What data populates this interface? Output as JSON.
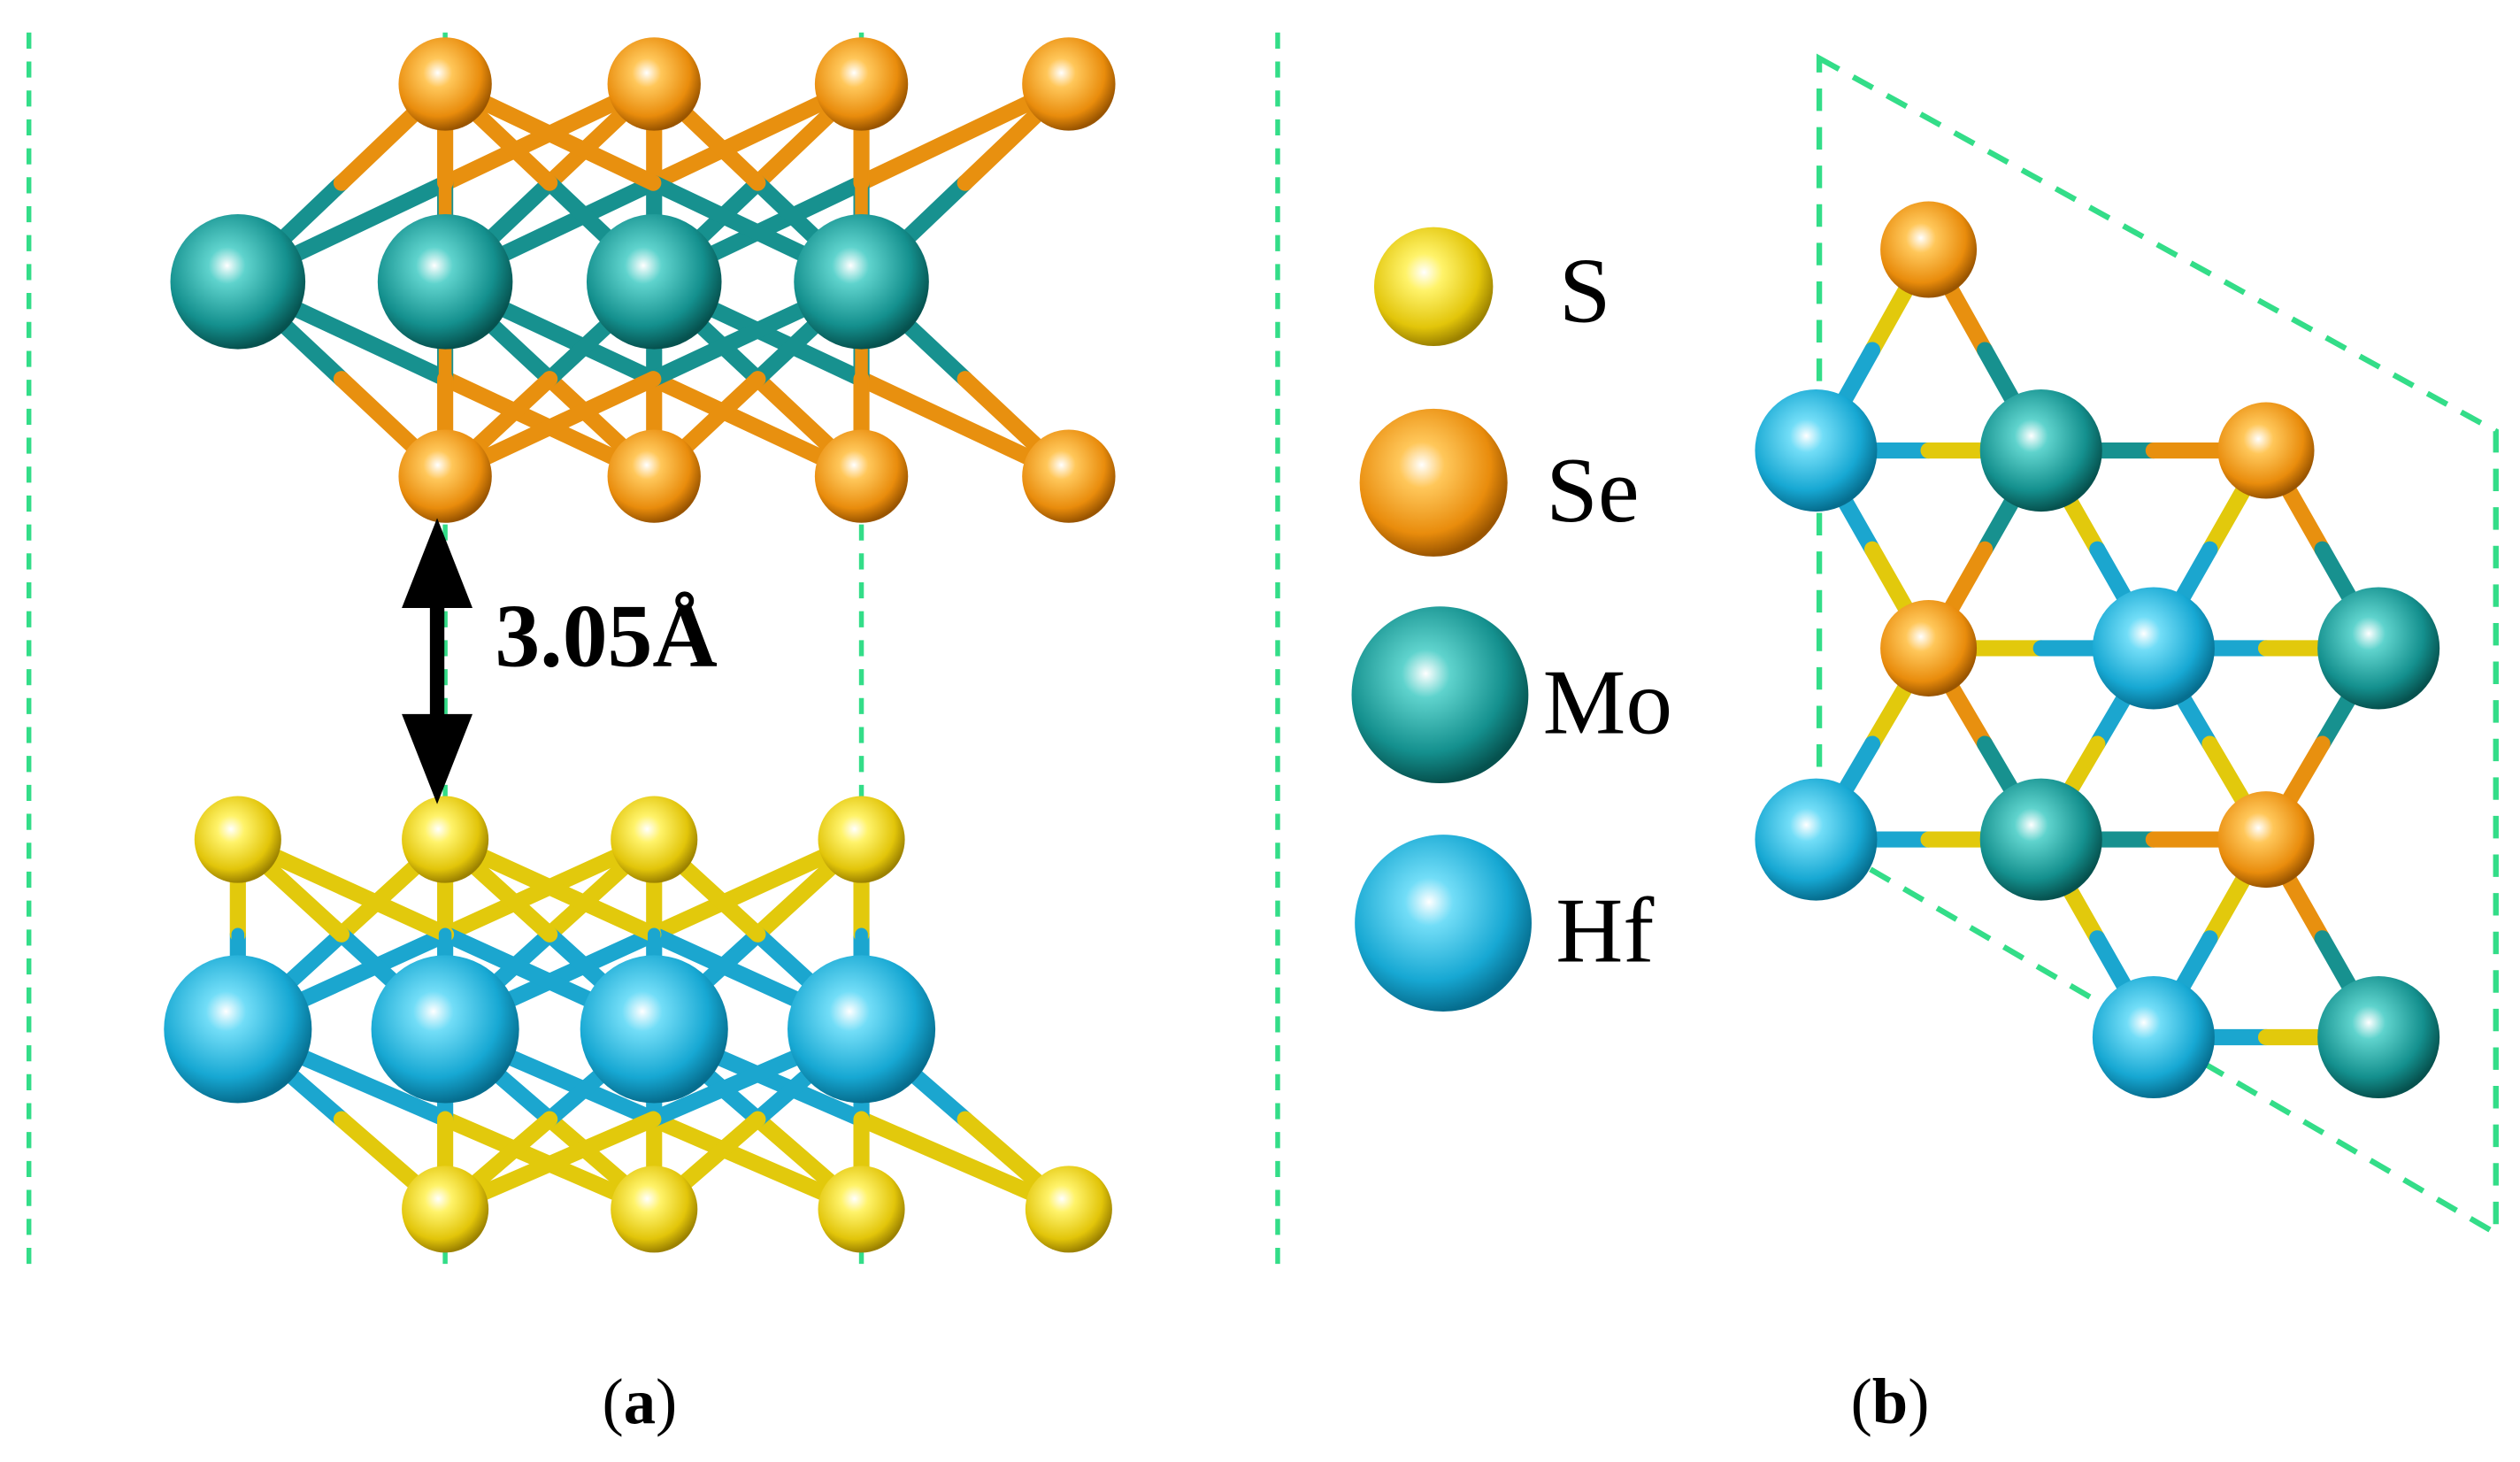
{
  "figure": {
    "panel_a": {
      "caption": {
        "open": "(",
        "letter": "a",
        "close": ")"
      },
      "interlayer_distance": "3.05Å"
    },
    "panel_b": {
      "caption": {
        "open": "(",
        "letter": "b",
        "close": ")"
      }
    },
    "legend": [
      {
        "element": "S",
        "label": "S",
        "color": "#e6d20c"
      },
      {
        "element": "Se",
        "label": "Se",
        "color": "#f0950f"
      },
      {
        "element": "Mo",
        "label": "Mo",
        "color": "#17918f"
      },
      {
        "element": "Hf",
        "label": "Hf",
        "color": "#1ab0d8"
      }
    ]
  },
  "colors": {
    "cell_boundary": "#33dd88",
    "arrow": "#000000",
    "bond_S": "#e2c90c",
    "bond_Se": "#e8900f",
    "bond_Mo": "#17918f",
    "bond_Hf": "#1ba6cf"
  }
}
